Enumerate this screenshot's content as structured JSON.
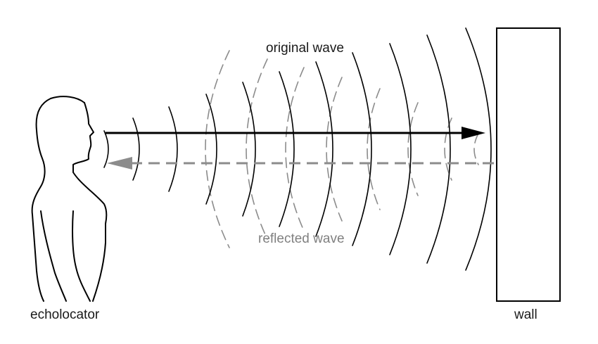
{
  "labels": {
    "original_wave": "original wave",
    "reflected_wave": "reflected wave",
    "echolocator": "echolocator",
    "wall": "wall"
  },
  "colors": {
    "original": "#000000",
    "reflected": "#8c8c8c",
    "outline": "#000000"
  }
}
